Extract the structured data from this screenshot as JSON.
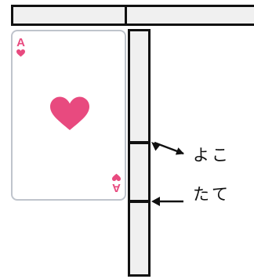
{
  "card": {
    "rank": "A",
    "suit_icon": "heart-icon",
    "suit_color": "#e84a7f"
  },
  "labels": {
    "yoko": "よこ",
    "tate": "たて"
  }
}
